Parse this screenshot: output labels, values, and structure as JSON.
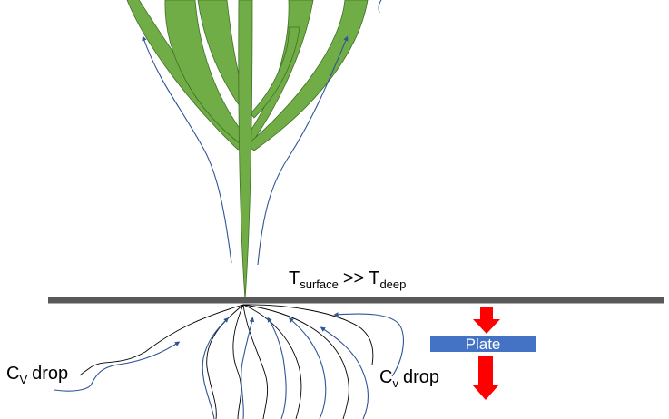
{
  "labels": {
    "temp_main": "T",
    "temp_sub_surface": "surface",
    "temp_relation": ">>",
    "temp_sub_deep": "deep",
    "cv_left_main": "C",
    "cv_left_sub": "V",
    "cv_left_text": "drop",
    "cv_right_main": "C",
    "cv_right_sub": "v",
    "cv_right_text": "drop",
    "plate": "Plate"
  },
  "colors": {
    "leaf_fill": "#70ad47",
    "leaf_stroke": "#3f6f25",
    "ground": "#595959",
    "flow_line": "#2f5597",
    "root_line": "#000000",
    "plate_fill": "#4472c4",
    "plate_text": "#ffffff",
    "arrow": "#ff0000"
  }
}
